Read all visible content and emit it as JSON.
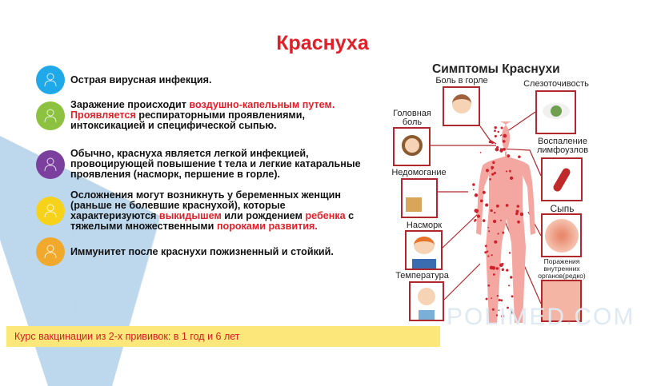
{
  "title": "Краснуха",
  "items": [
    {
      "color": "#1fa9e8",
      "parts": [
        {
          "t": "Острая вирусная инфекция.",
          "red": false
        }
      ]
    },
    {
      "color": "#8cc23f",
      "parts": [
        {
          "t": "Заражение происходит ",
          "red": false
        },
        {
          "t": "воздушно-капельным путем.",
          "red": true
        },
        {
          "t": "\nПроявляется",
          "red": true
        },
        {
          "t": " респираторными проявлениями,\nинтоксикацией и специфической сыпью.",
          "red": false
        }
      ]
    },
    {
      "color": "#7b3f9e",
      "parts": [
        {
          "t": "Обычно, краснуха является легкой инфекцией,\nпровоцирующей повышение t тела и легкие катаральные\nпроявления (насморк, першение в горле).",
          "red": false
        }
      ]
    },
    {
      "color": "#f7d21b",
      "parts": [
        {
          "t": "Осложнения могут возникнуть у беременных женщин\n(раньше не болевшие краснухой), которые\nхарактеризуются ",
          "red": false
        },
        {
          "t": "выкидышем",
          "red": true
        },
        {
          "t": " или рождением ",
          "red": false
        },
        {
          "t": "ребенка",
          "red": true
        },
        {
          "t": " с\nтяжелыми множественными ",
          "red": false
        },
        {
          "t": "пороками развития.",
          "red": true
        }
      ]
    },
    {
      "color": "#f0a92a",
      "parts": [
        {
          "t": "Иммунитет после краснухи пожизненный и стойкий.",
          "red": false
        }
      ]
    }
  ],
  "vaccination": "Курс вакцинации из 2-х прививок:  в 1 год и 6 лет",
  "symptoms": {
    "title": "Симптомы Краснухи",
    "labels": {
      "throat": "Боль в горле",
      "tears": "Слезоточивость",
      "headache": "Головная\nболь",
      "lymph": "Воспаление\nлимфоузлов",
      "malaise": "Недомогание",
      "rash": "Сыпь",
      "runny": "Насморк",
      "organs": "Поражения\nвнутренних\nорганов(редко)",
      "fever": "Температура"
    },
    "watermark": "POLIMED.COM"
  }
}
